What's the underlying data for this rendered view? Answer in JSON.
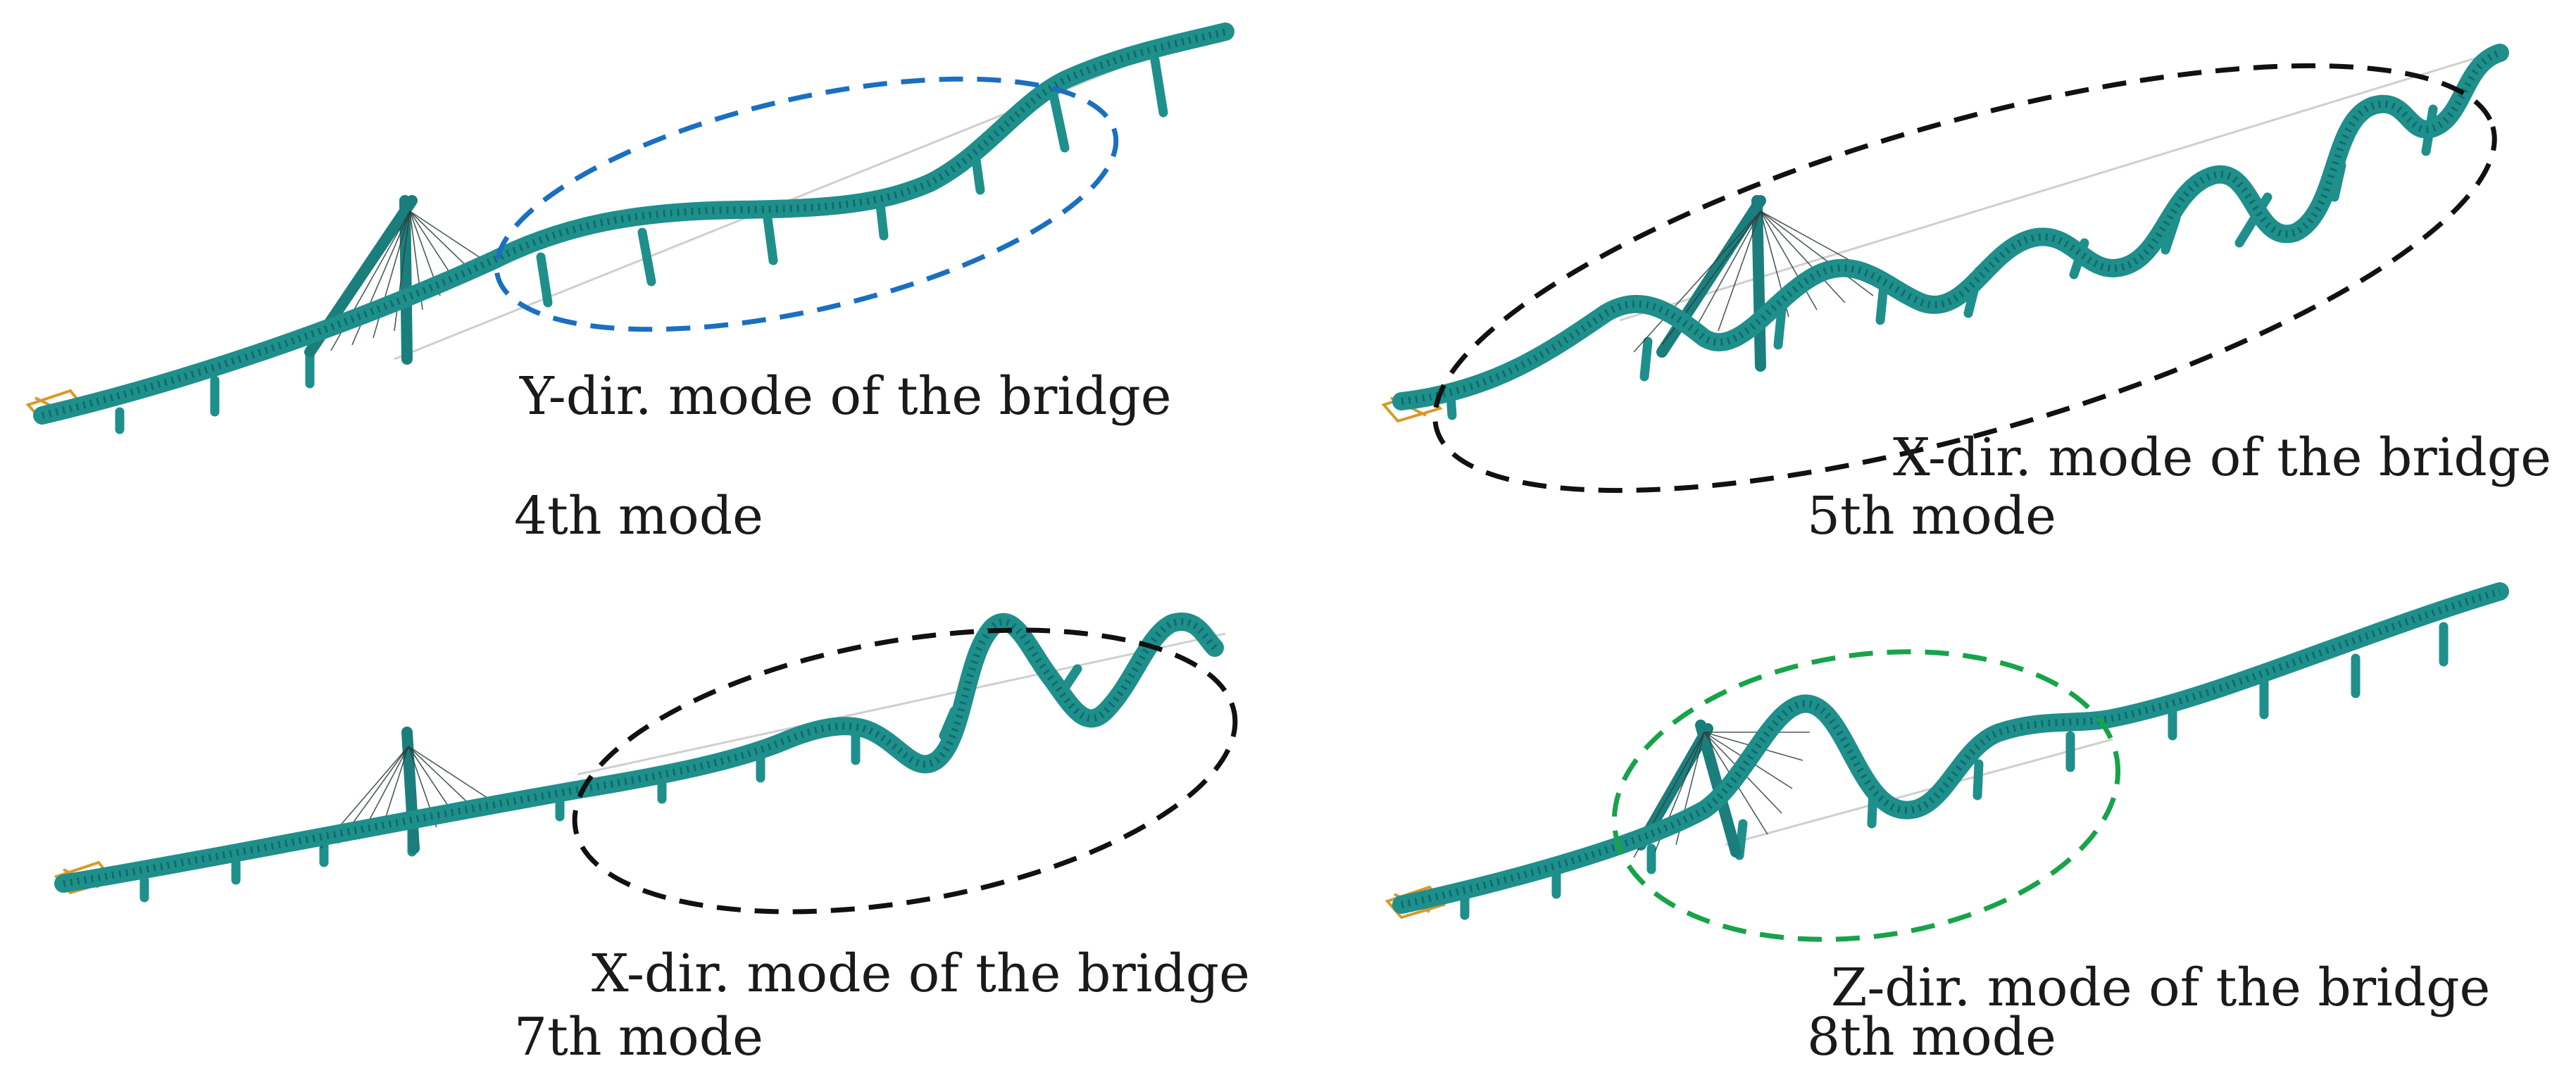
{
  "panels": [
    {
      "mode_label": "4th mode",
      "direction_label": "Y-dir. mode of the bridge",
      "ring_color": "#1b6fc0"
    },
    {
      "mode_label": "5th mode",
      "direction_label": "X-dir. mode of the bridge",
      "ring_color": "#111111"
    },
    {
      "mode_label": "7th mode",
      "direction_label": "X-dir. mode of the bridge",
      "ring_color": "#111111"
    },
    {
      "mode_label": "8th mode",
      "direction_label": "Z-dir. mode of the bridge",
      "ring_color": "#17a34a"
    }
  ]
}
